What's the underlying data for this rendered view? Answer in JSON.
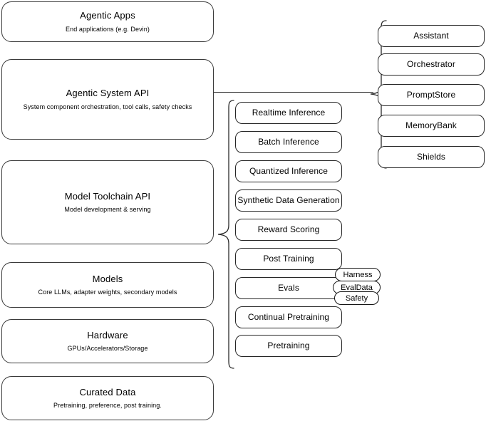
{
  "diagram": {
    "title": "AI Stack Architecture",
    "background_color": "#ffffff",
    "stroke_color": "#2b2b2b",
    "text_color": "#000000"
  },
  "layers": [
    {
      "id": "agentic-apps",
      "title": "Agentic Apps",
      "subtitle": "End applications (e.g. Devin)"
    },
    {
      "id": "agentic-system-api",
      "title": "Agentic System API",
      "subtitle": "System component orchestration, tool calls, safety checks"
    },
    {
      "id": "model-toolchain-api",
      "title": "Model Toolchain API",
      "subtitle": "Model development & serving"
    },
    {
      "id": "models",
      "title": "Models",
      "subtitle": "Core LLMs, adapter weights, secondary models"
    },
    {
      "id": "hardware",
      "title": "Hardware",
      "subtitle": "GPUs/Accelerators/Storage"
    },
    {
      "id": "curated-data",
      "title": "Curated Data",
      "subtitle": "Pretraining, preference, post training."
    }
  ],
  "toolchain_items": [
    {
      "id": "realtime-inference",
      "label": "Realtime Inference"
    },
    {
      "id": "batch-inference",
      "label": "Batch Inference"
    },
    {
      "id": "quantized-inference",
      "label": "Quantized Inference"
    },
    {
      "id": "synthetic-data-generation",
      "label": "Synthetic Data Generation"
    },
    {
      "id": "reward-scoring",
      "label": "Reward Scoring"
    },
    {
      "id": "post-training",
      "label": "Post Training"
    },
    {
      "id": "evals",
      "label": "Evals"
    },
    {
      "id": "continual-pretraining",
      "label": "Continual Pretraining"
    },
    {
      "id": "pretraining",
      "label": "Pretraining"
    }
  ],
  "evals_pills": [
    {
      "id": "harness",
      "label": "Harness"
    },
    {
      "id": "evaldata",
      "label": "EvalData"
    },
    {
      "id": "safety",
      "label": "Safety"
    }
  ],
  "system_items": [
    {
      "id": "assistant",
      "label": "Assistant"
    },
    {
      "id": "orchestrator",
      "label": "Orchestrator"
    },
    {
      "id": "promptstore",
      "label": "PromptStore"
    },
    {
      "id": "memorybank",
      "label": "MemoryBank"
    },
    {
      "id": "shields",
      "label": "Shields"
    }
  ],
  "connectors": {
    "system_api_to_components": "horizontal-line",
    "left-brace-toolchain": "curly-brace-left",
    "left-brace-system": "curly-brace-left"
  }
}
